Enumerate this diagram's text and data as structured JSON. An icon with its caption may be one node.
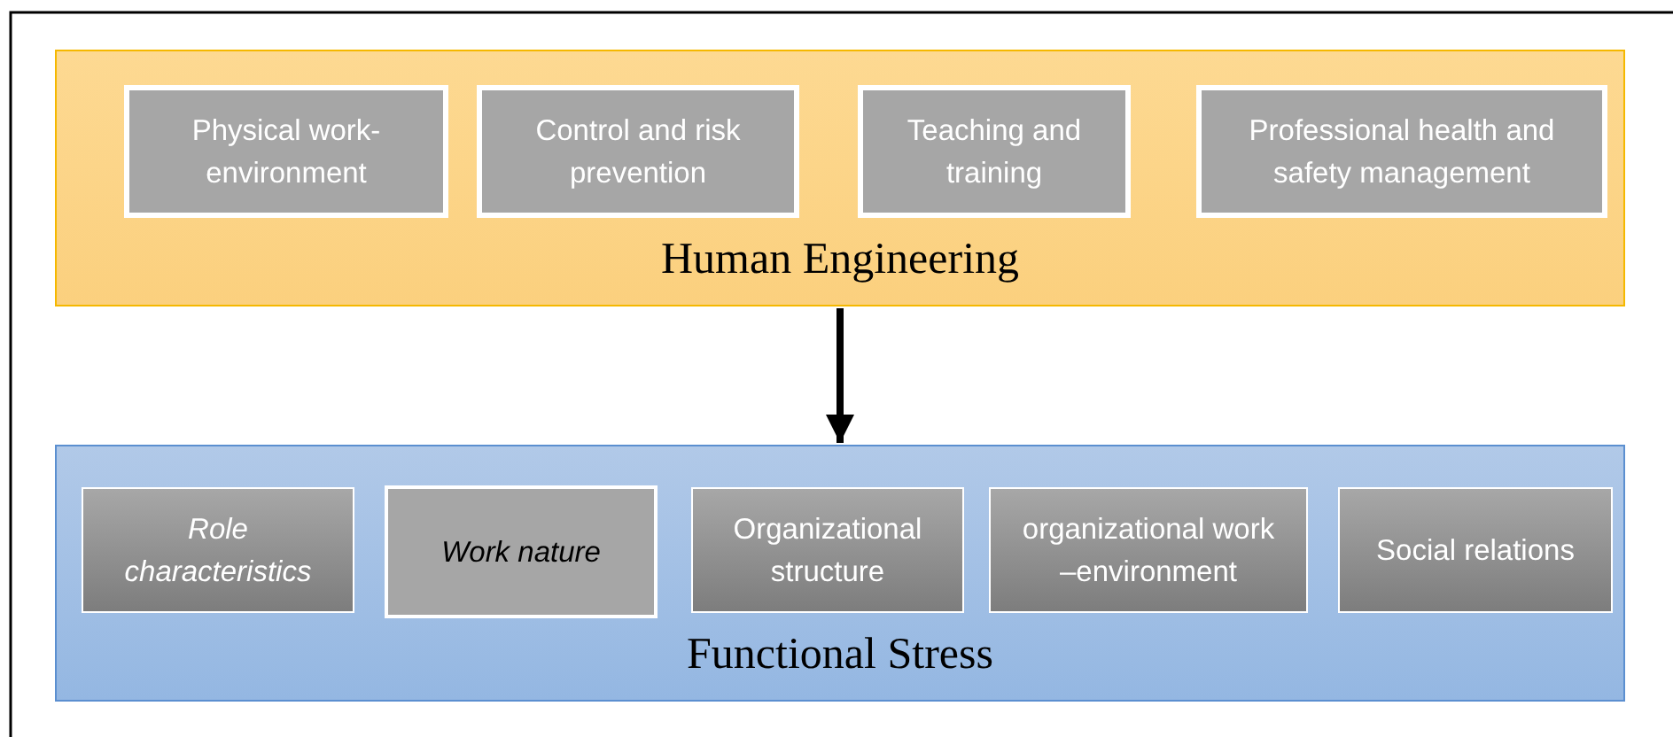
{
  "diagram": {
    "nodes": [
      {
        "text": [
          "Human Engineering"
        ]
      },
      {
        "text": [
          "Physical work- environment"
        ],
        "in": 0
      },
      {
        "text": [
          "Control and risk prevention"
        ],
        "in": 0
      },
      {
        "text": [
          "Teaching and training"
        ],
        "in": 0
      },
      {
        "text": [
          "Professional health and safety management"
        ],
        "in": 0
      },
      {
        "text": [
          "Functional Stress"
        ]
      },
      {
        "text": [
          "Role characteristics"
        ],
        "in": 5
      },
      {
        "text": [
          "Work nature"
        ],
        "in": 5
      },
      {
        "text": [
          "Organizational structure"
        ],
        "in": 5
      },
      {
        "text": [
          "organizational work –environment"
        ],
        "in": 5
      },
      {
        "text": [
          "Social relations"
        ],
        "in": 5
      }
    ],
    "edges": [
      {
        "from": 0,
        "to": 5,
        "arrow": "to"
      }
    ]
  }
}
